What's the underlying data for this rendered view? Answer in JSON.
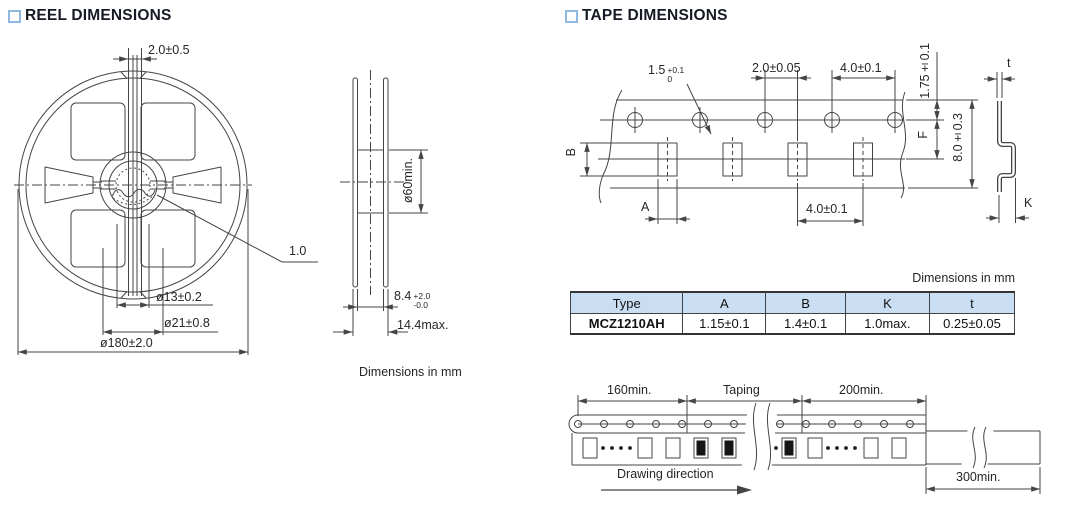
{
  "reel": {
    "title": "REEL DIMENSIONS",
    "labels": {
      "slot_width": "2.0±0.5",
      "hub_detail": "1.0",
      "dia13": "ø13±0.2",
      "dia21": "ø21±0.8",
      "dia180": "ø180±2.0",
      "dia60": "ø60min.",
      "width_84": {
        "value": "8.4",
        "upper": "+2.0",
        "lower": "-0.0"
      },
      "width_144": "14.4max.",
      "units_note": "Dimensions in mm"
    }
  },
  "tape": {
    "title": "TAPE DIMENSIONS",
    "labels": {
      "hole_dia": {
        "value": "1.5",
        "upper": "+0.1",
        "lower": "0"
      },
      "hole_to_pocket": "2.0±0.05",
      "hole_pitch": "4.0±0.1",
      "edge_to_hole": "1.75±0.1",
      "f": "F",
      "tape_width": "8.0±0.3",
      "b": "B",
      "a": "A",
      "pocket_pitch": "4.0±0.1",
      "t": "t",
      "k": "K"
    },
    "table": {
      "units_note": "Dimensions in mm",
      "headers": [
        "Type",
        "A",
        "B",
        "K",
        "t"
      ],
      "row": [
        "MCZ1210AH",
        "1.15±0.1",
        "1.4±0.1",
        "1.0max.",
        "0.25±0.05"
      ]
    },
    "packing": {
      "leader": "160min.",
      "taping": "Taping",
      "trailer": "200min.",
      "end": "300min.",
      "direction": "Drawing direction"
    }
  },
  "colors": {
    "accent_square": "#8fb9e0",
    "table_header_bg": "#c9def2",
    "line": "#454545",
    "text": "#262626"
  }
}
